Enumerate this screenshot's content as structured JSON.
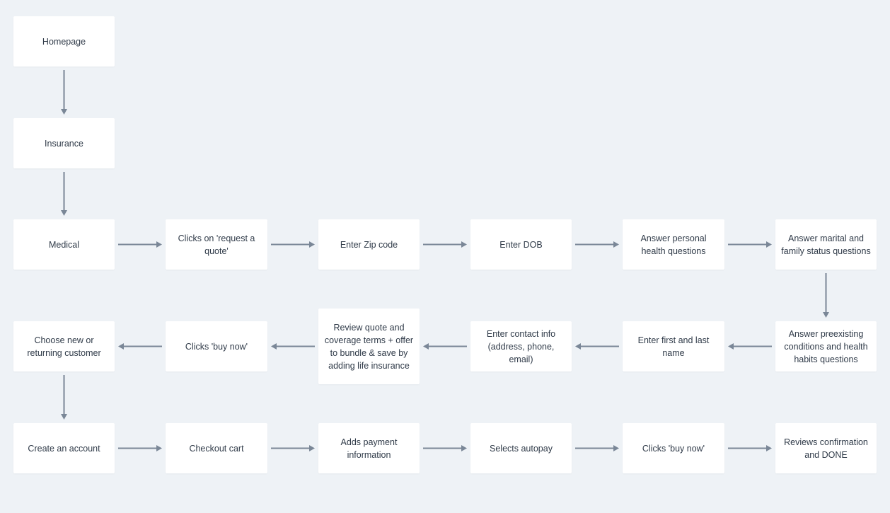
{
  "colors": {
    "background": "#eef2f6",
    "node_fill": "#ffffff",
    "node_text": "#2f3a48",
    "arrow": "#7a8797"
  },
  "nodes": [
    {
      "id": "homepage",
      "label": "Homepage"
    },
    {
      "id": "insurance",
      "label": "Insurance"
    },
    {
      "id": "medical",
      "label": "Medical"
    },
    {
      "id": "request-quote",
      "label": "Clicks on 'request a quote'"
    },
    {
      "id": "zip",
      "label": "Enter Zip code"
    },
    {
      "id": "dob",
      "label": "Enter DOB"
    },
    {
      "id": "health-questions",
      "label": "Answer personal health questions"
    },
    {
      "id": "marital",
      "label": "Answer marital and family status questions"
    },
    {
      "id": "preexisting",
      "label": "Answer preexisting conditions and health habits questions"
    },
    {
      "id": "name",
      "label": "Enter first and last name"
    },
    {
      "id": "contact",
      "label": "Enter contact info (address, phone, email)"
    },
    {
      "id": "review-quote",
      "label": "Review quote and coverage terms + offer to bundle & save by adding life insurance"
    },
    {
      "id": "buy-now-1",
      "label": "Clicks 'buy now'"
    },
    {
      "id": "new-or-returning",
      "label": "Choose new or returning customer"
    },
    {
      "id": "create-account",
      "label": "Create an account"
    },
    {
      "id": "checkout",
      "label": "Checkout cart"
    },
    {
      "id": "payment",
      "label": "Adds payment information"
    },
    {
      "id": "autopay",
      "label": "Selects autopay"
    },
    {
      "id": "buy-now-2",
      "label": "Clicks 'buy now'"
    },
    {
      "id": "confirmation",
      "label": "Reviews confirmation and DONE"
    }
  ],
  "edges": [
    {
      "from": "homepage",
      "to": "insurance"
    },
    {
      "from": "insurance",
      "to": "medical"
    },
    {
      "from": "medical",
      "to": "request-quote"
    },
    {
      "from": "request-quote",
      "to": "zip"
    },
    {
      "from": "zip",
      "to": "dob"
    },
    {
      "from": "dob",
      "to": "health-questions"
    },
    {
      "from": "health-questions",
      "to": "marital"
    },
    {
      "from": "marital",
      "to": "preexisting"
    },
    {
      "from": "preexisting",
      "to": "name"
    },
    {
      "from": "name",
      "to": "contact"
    },
    {
      "from": "contact",
      "to": "review-quote"
    },
    {
      "from": "review-quote",
      "to": "buy-now-1"
    },
    {
      "from": "buy-now-1",
      "to": "new-or-returning"
    },
    {
      "from": "new-or-returning",
      "to": "create-account"
    },
    {
      "from": "create-account",
      "to": "checkout"
    },
    {
      "from": "checkout",
      "to": "payment"
    },
    {
      "from": "payment",
      "to": "autopay"
    },
    {
      "from": "autopay",
      "to": "buy-now-2"
    },
    {
      "from": "buy-now-2",
      "to": "confirmation"
    }
  ]
}
